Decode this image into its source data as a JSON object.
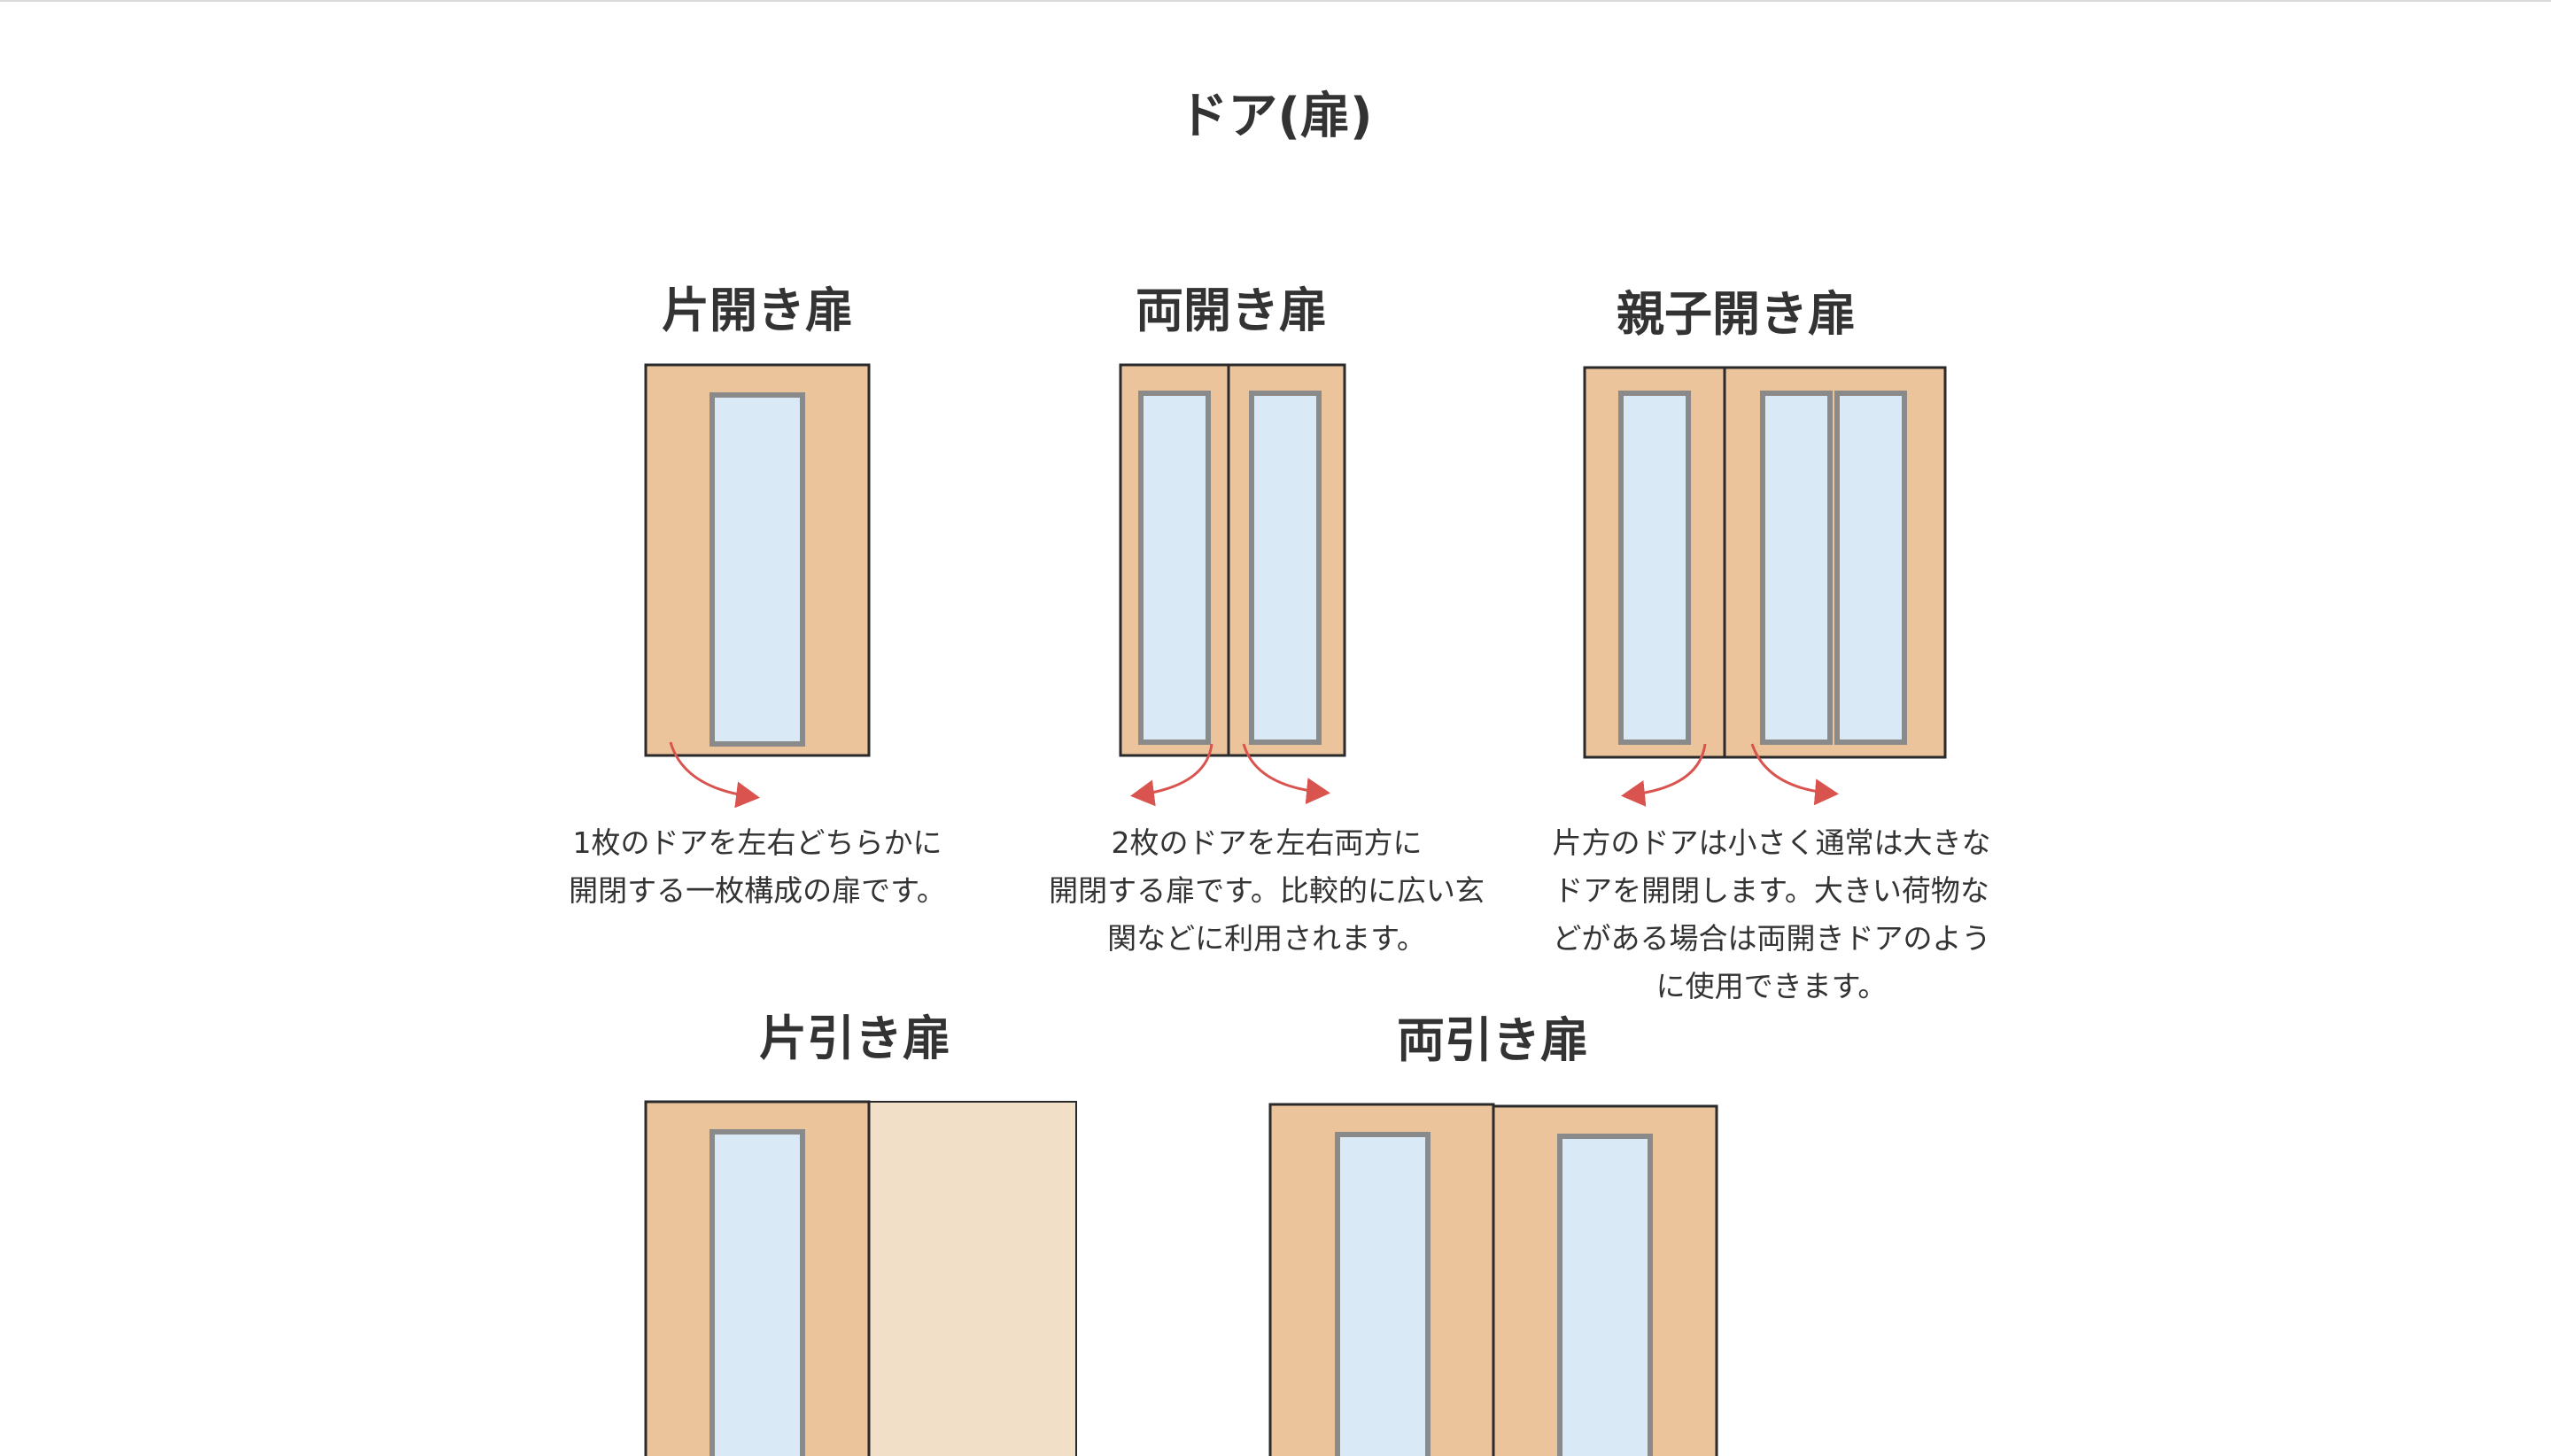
{
  "page_title": "ドア(扉)",
  "doors": {
    "single_swing": {
      "title": "片開き扉",
      "description": "1枚のドアを左右どちらかに\n開閉する一枚構成の扉です。"
    },
    "double_swing": {
      "title": "両開き扉",
      "description": "2枚のドアを左右両方に\n開閉する扉です。比較的に広い玄\n関などに利用されます。"
    },
    "parent_child": {
      "title": "親子開き扉",
      "description": "片方のドアは小さく通常は大きな\nドアを開閉します。大きい荷物な\nどがある場合は両開きドアのよう\nに使用できます。"
    },
    "single_sliding": {
      "title": "片引き扉"
    },
    "double_sliding": {
      "title": "両引き扉"
    }
  },
  "colors": {
    "door_wood": "#ebc49c",
    "door_wood_light": "#f1dfc8",
    "glass": "#d9e9f5",
    "glass_frame": "#8a8a8a",
    "outline": "#2a2a2a",
    "arrow": "#d9534f"
  }
}
